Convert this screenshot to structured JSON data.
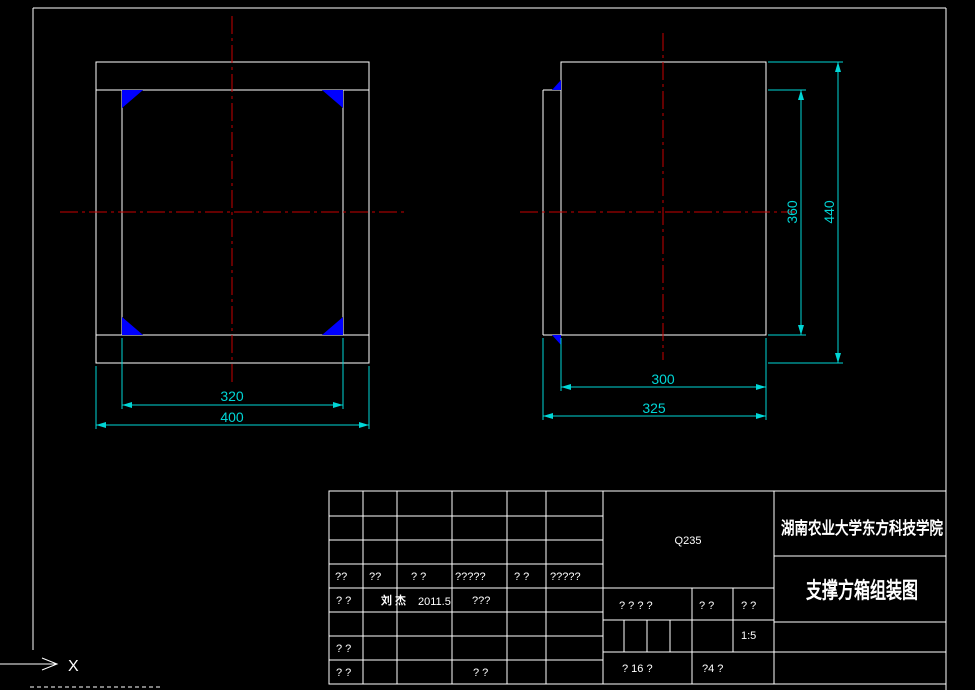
{
  "colors": {
    "background": "#000000",
    "outline": "#ffffff",
    "centerline": "#c80000",
    "dimension": "#00d6d6",
    "weld": "#0000ff"
  },
  "front_view": {
    "dim_inner": "320",
    "dim_outer": "400"
  },
  "side_view": {
    "dim_bottom_inner": "300",
    "dim_bottom_outer": "325",
    "dim_vertical_inner": "360",
    "dim_vertical_outer": "440"
  },
  "title_block": {
    "header_row": [
      "??",
      "??",
      "? ?",
      "?????",
      "? ?",
      "?????"
    ],
    "designer_label": "? ?",
    "designer_name": "刘 杰",
    "date": "2011.5",
    "approval": "???",
    "row_a": "? ?",
    "row_b": "? ?",
    "row_b_mid": "? ?",
    "material": "Q235",
    "stage_label": "? ? ? ?",
    "weight_label": "? ?",
    "scale_label": "? ?",
    "scale": "1:5",
    "sheet_total": "?  16  ?",
    "sheet_no": "?4    ?",
    "school": "湖南农业大学东方科技学院",
    "drawing_title": "支撑方箱组装图"
  },
  "ucs": {
    "x_label": "X"
  }
}
